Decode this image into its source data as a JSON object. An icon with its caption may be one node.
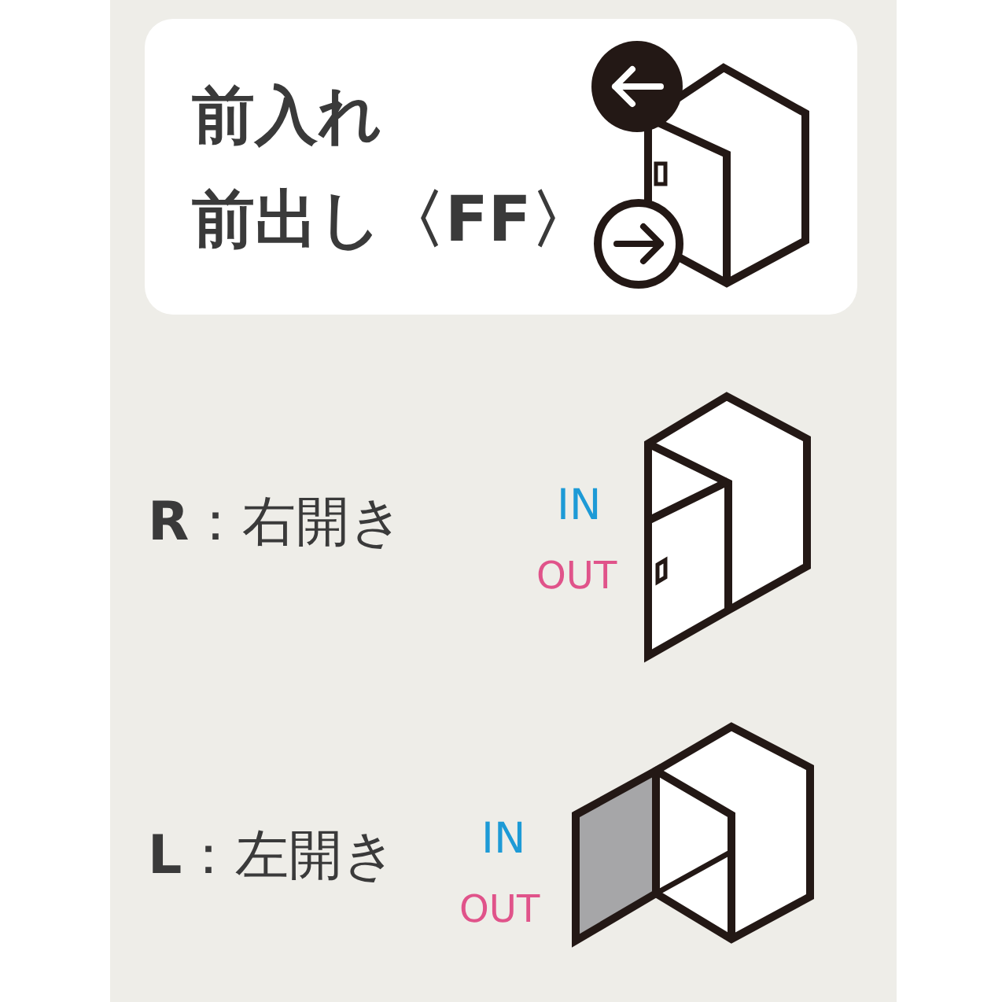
{
  "diagram": {
    "nodes": [
      {
        "text": [
          "前入れ",
          "前出し〈FF〉"
        ]
      }
    ],
    "labels": [
      "**R**：右開き",
      "IN",
      "OUT",
      "**L**：左開き",
      "IN",
      "OUT"
    ]
  }
}
